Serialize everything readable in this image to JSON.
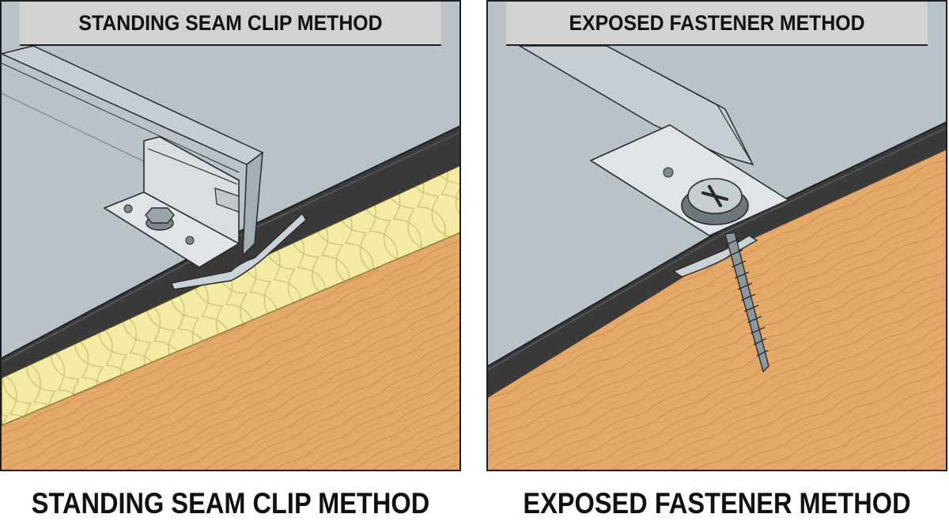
{
  "left": {
    "header": "STANDING SEAM CLIP METHOD",
    "caption": "STANDING SEAM CLIP METHOD"
  },
  "right": {
    "header": "EXPOSED FASTENER METHOD",
    "caption": "EXPOSED FASTENER METHOD"
  },
  "colors": {
    "metal_panel": "#b7c3c9",
    "underlayment": "#3a3a3a",
    "insulation": "#f3eba3",
    "wood_deck": "#e5a96a",
    "header_bg": "#d2d2d2"
  },
  "icons": [
    "clip-icon",
    "hex-bolt-icon",
    "washer-screw-icon",
    "phillips-head-icon"
  ]
}
